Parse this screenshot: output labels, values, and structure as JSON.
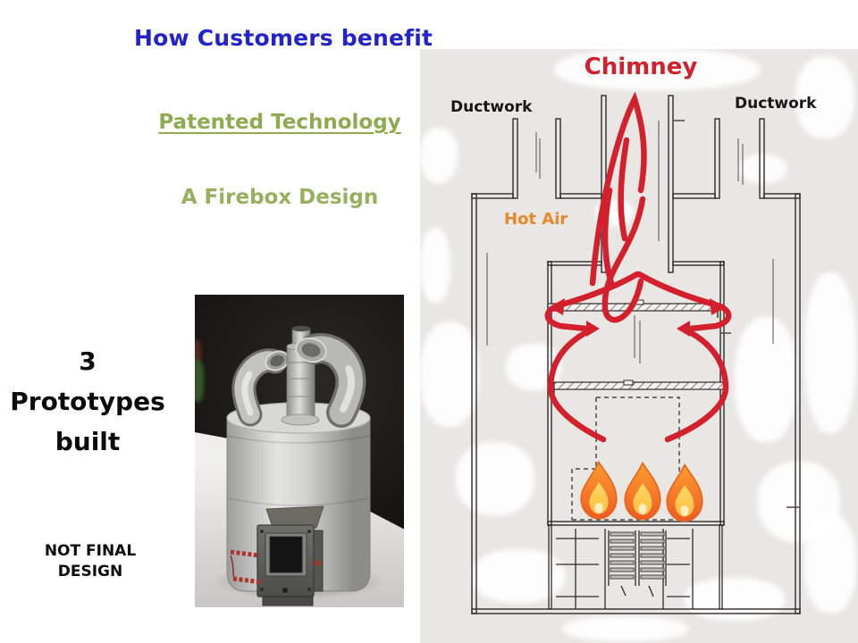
{
  "slide": {
    "title": "How Customers benefit",
    "patented": "Patented Technology",
    "firebox": "A Firebox Design",
    "prototypes": {
      "line1": "3",
      "line2": "Prototypes",
      "line3": "built"
    },
    "disclaimer": {
      "line1": "NOT FINAL",
      "line2": "DESIGN"
    },
    "colors": {
      "title_blue": "#2323cd",
      "green": "#94ad52",
      "diagram_red": "#d4202c",
      "hot_air_orange": "#e8882c",
      "flame_orange": "#f57c22",
      "flame_yellow": "#ffcd4a"
    }
  },
  "diagram": {
    "chimney_label": "Chimney",
    "ductwork_left_label": "Ductwork",
    "ductwork_right_label": "Ductwork",
    "hot_air_label": "Hot Air",
    "flame_icon_count": 3
  }
}
